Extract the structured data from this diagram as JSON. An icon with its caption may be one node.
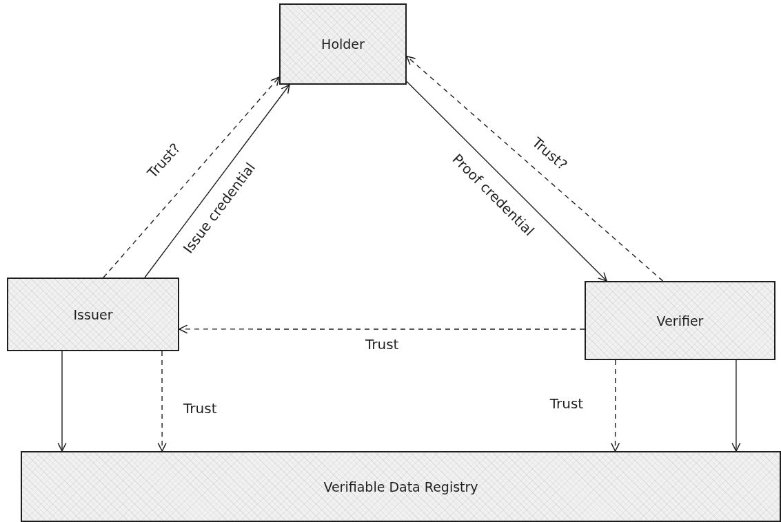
{
  "diagram": {
    "nodes": [
      {
        "text": [
          "Holder"
        ]
      },
      {
        "text": [
          "Issuer"
        ]
      },
      {
        "text": [
          "Verifier"
        ]
      },
      {
        "text": [
          "Verifiable Data Registry"
        ]
      }
    ],
    "edges": [
      {
        "from": 1,
        "to": 0,
        "arrow": "to",
        "label": "Trust?",
        "style": "dashed"
      },
      {
        "from": 1,
        "to": 0,
        "arrow": "to",
        "label": "Issue credential"
      },
      {
        "from": 0,
        "to": 2,
        "arrow": "to",
        "label": "Proof credential"
      },
      {
        "from": 2,
        "to": 0,
        "arrow": "to",
        "label": "Trust?",
        "style": "dashed"
      },
      {
        "from": 2,
        "to": 1,
        "arrow": "to",
        "label": "Trust",
        "style": "dashed"
      },
      {
        "from": 1,
        "to": 3,
        "arrow": "to"
      },
      {
        "from": 1,
        "to": 3,
        "arrow": "to",
        "label": "Trust",
        "style": "dashed"
      },
      {
        "from": 2,
        "to": 3,
        "arrow": "to",
        "label": "Trust",
        "style": "dashed"
      },
      {
        "from": 2,
        "to": 3,
        "arrow": "to"
      }
    ]
  }
}
